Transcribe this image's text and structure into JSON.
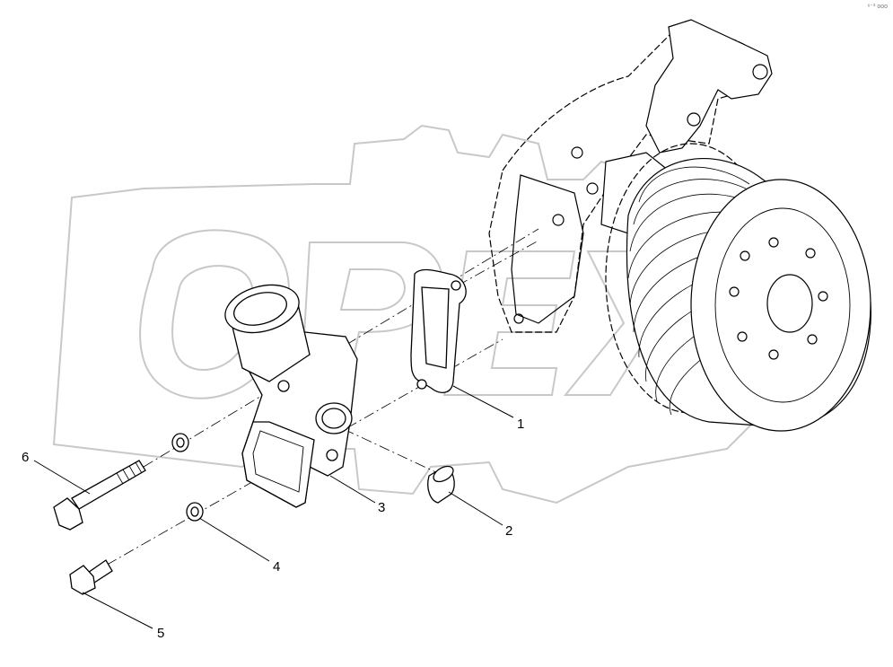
{
  "watermark": {
    "text": "OPEX",
    "color": "#c8c8c8"
  },
  "corner_mark": "⁶⁻³ ooo",
  "callouts": [
    {
      "id": "1",
      "label": "1",
      "part": "gasket"
    },
    {
      "id": "2",
      "label": "2",
      "part": "sleeve"
    },
    {
      "id": "3",
      "label": "3",
      "part": "water-outlet-housing"
    },
    {
      "id": "4",
      "label": "4",
      "part": "washer"
    },
    {
      "id": "5",
      "label": "5",
      "part": "bolt-short"
    },
    {
      "id": "6",
      "label": "6",
      "part": "bolt-long"
    }
  ],
  "colors": {
    "line": "#000000",
    "watermark": "#c8c8c8",
    "background": "#ffffff"
  }
}
